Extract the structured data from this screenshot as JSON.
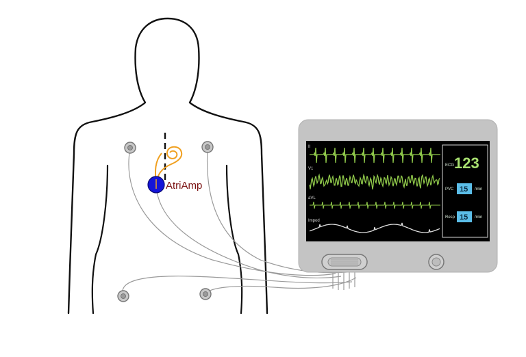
{
  "device": {
    "label": "AtriAmp",
    "color": "#1414d8"
  },
  "monitor": {
    "leads": [
      "II",
      "V1",
      "aVL",
      "Impod"
    ],
    "trace_color": "#8fc84a",
    "readouts": {
      "ecg": {
        "label": "ECG",
        "value": "123"
      },
      "pvc": {
        "label": "PVC",
        "value": "15",
        "unit": "/min"
      },
      "resp": {
        "label": "Resp",
        "value": "15",
        "unit": "/min"
      }
    },
    "value_box_color": "#5bbde8",
    "bezel_color": "#c4c4c4"
  }
}
